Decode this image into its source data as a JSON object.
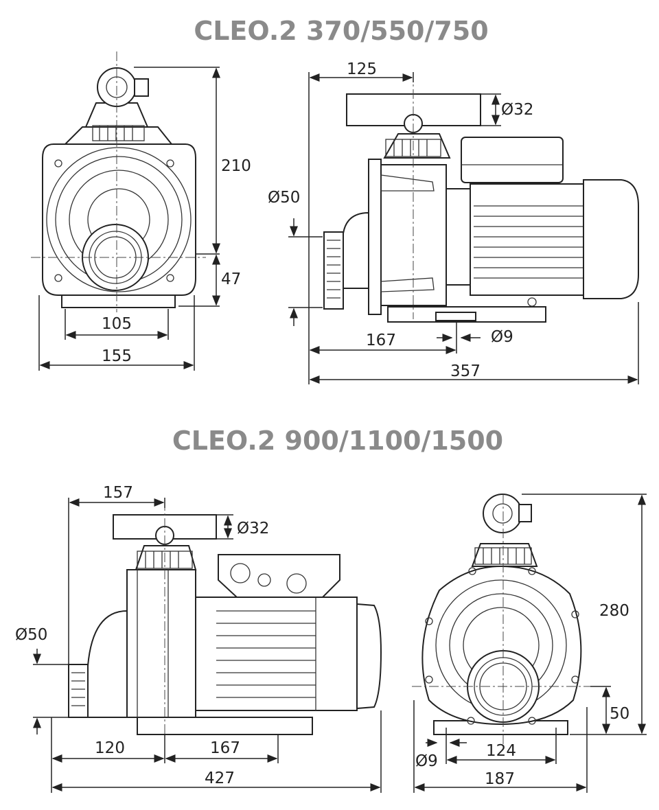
{
  "sections": [
    {
      "title": "CLEO.2 370/550/750",
      "front_view": {
        "height_top": "210",
        "height_axis": "47",
        "base_holes": "105",
        "width": "155"
      },
      "side_view": {
        "outlet_offset": "125",
        "outlet_diameter": "Ø32",
        "inlet_diameter": "Ø50",
        "base_offset": "167",
        "hole_diameter": "Ø9",
        "length": "357"
      }
    },
    {
      "title": "CLEO.2 900/1100/1500",
      "side_view": {
        "outlet_offset": "157",
        "outlet_diameter": "Ø32",
        "inlet_diameter": "Ø50",
        "inlet_to_base": "120",
        "base_holes": "167",
        "length": "427"
      },
      "front_view": {
        "height": "280",
        "height_axis": "50",
        "hole_diameter": "Ø9",
        "base_holes": "124",
        "width": "187"
      }
    }
  ]
}
